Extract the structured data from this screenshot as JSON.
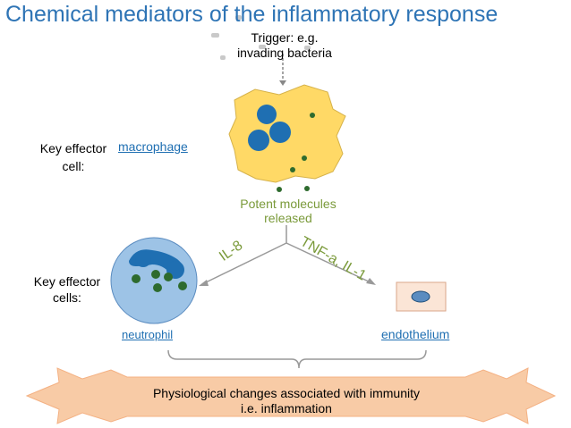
{
  "title": "Chemical mediators of the inflammatory response",
  "trigger": {
    "line1": "Trigger: e.g.",
    "line2": "invading bacteria"
  },
  "macrophage": {
    "key_line1": "Key effector",
    "key_line2": "cell:",
    "label": "macrophage"
  },
  "potent": {
    "line1": "Potent molecules",
    "line2": "released"
  },
  "mediators": {
    "left": "IL-8",
    "right": "TNF-a, IL-1"
  },
  "effectors": {
    "key_line1": "Key effector",
    "key_line2": "cells:",
    "neutrophil": "neutrophil",
    "endothelium": "endothelium"
  },
  "outcome": {
    "line1": "Physiological changes associated with immunity",
    "line2": "i.e. inflammation"
  },
  "colors": {
    "title": "#2e74b5",
    "macrophage_fill": "#ffd966",
    "neutrophil_fill": "#9dc3e6",
    "nucleus": "#1f6fb2",
    "granule": "#2e6b2e",
    "mediator_text": "#7a9a3a",
    "banner_fill": "#f8cba6",
    "banner_stroke": "#f4b183",
    "endothelium_fill": "#fbe5d6"
  }
}
